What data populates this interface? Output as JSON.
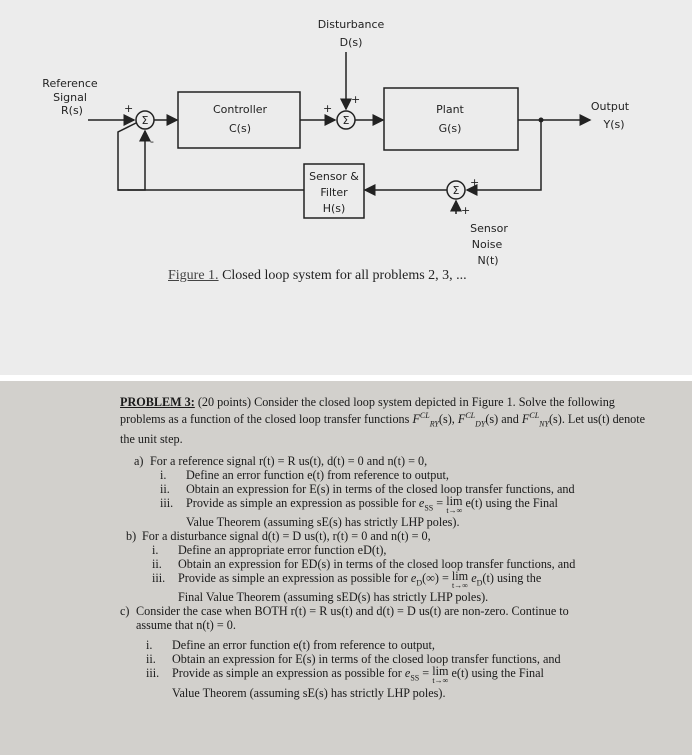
{
  "diagram": {
    "disturbance": [
      "Disturbance",
      "D(s)"
    ],
    "reference": [
      "Reference",
      "Signal",
      "R(s)"
    ],
    "controller": [
      "Controller",
      "C(s)"
    ],
    "plant": [
      "Plant",
      "G(s)"
    ],
    "output": [
      "Output",
      "Y(s)"
    ],
    "sensor_filter": [
      "Sensor &",
      "Filter",
      "H(s)"
    ],
    "sensor_noise": [
      "Sensor",
      "Noise",
      "N(t)"
    ],
    "sum_symbol": "Σ",
    "plus": "+",
    "minus": "-"
  },
  "caption": {
    "figure": "Figure 1.",
    "text": " Closed loop system for all problems 2, 3, ..."
  },
  "problem": {
    "heading": "PROBLEM 3:",
    "intro_a": " (20 points) Consider the closed loop system depicted in Figure 1. Solve the following problems as a function of the closed loop transfer functions ",
    "tf_ry": "F",
    "tf_ry_sup": "CL",
    "tf_ry_sub": "RY",
    "intro_b": "(s), ",
    "tf_dy": "F",
    "tf_dy_sup": "CL",
    "tf_dy_sub": "DY",
    "intro_c": "(s) and ",
    "tf_ny": "F",
    "tf_ny_sup": "CL",
    "tf_ny_sub": "NY",
    "intro_d": "(s). Let us(t) denote the unit step.",
    "a_label": "a)",
    "a_text": "For a reference signal r(t) = R us(t), d(t) = 0 and n(t) = 0,",
    "a_i": "Define an error function e(t) from reference to output,",
    "a_ii": "Obtain an expression for E(s) in terms of the closed loop transfer functions, and",
    "a_iii_pre": "Provide as simple an expression as possible for ",
    "a_iii_ess": "e",
    "a_iii_ss": "SS",
    "a_iii_mid": " = ",
    "a_iii_lim": "lim",
    "a_iii_limsub": "t→∞",
    "a_iii_post": " e(t) using the Final",
    "a_iii_cont": "Value Theorem (assuming sE(s) has strictly LHP poles).",
    "b_label": "b)",
    "b_text": "For a disturbance signal d(t) = D us(t), r(t) = 0 and n(t) = 0,",
    "b_i": "Define an appropriate error function eD(t),",
    "b_ii": "Obtain an expression for ED(s) in terms of the closed loop transfer functions, and",
    "b_iii_pre": "Provide as simple an expression as possible for ",
    "b_iii_e": "e",
    "b_iii_d": "D",
    "b_iii_mid": "(∞) = ",
    "b_iii_lim": "lim",
    "b_iii_limsub": "t→∞",
    "b_iii_post": " e",
    "b_iii_post2": "(t) using the",
    "b_iii_cont": "Final Value Theorem (assuming sED(s) has strictly LHP poles).",
    "c_label": "c)",
    "c_text": "Consider the case when BOTH r(t) = R us(t) and d(t) = D us(t) are non-zero. Continue to",
    "c_text2": "assume that n(t) = 0.",
    "c_i": "Define an error function e(t) from reference to output,",
    "c_ii": "Obtain an expression for E(s) in terms of the closed loop transfer functions, and",
    "c_iii_pre": "Provide as simple an expression as possible for ",
    "c_iii_ess": "e",
    "c_iii_ss": "SS",
    "c_iii_mid": " = ",
    "c_iii_lim": "lim",
    "c_iii_limsub": "t→∞",
    "c_iii_post": " e(t) using the Final",
    "c_iii_cont": "Value Theorem (assuming sE(s) has strictly LHP poles).",
    "roman": [
      "i.",
      "ii.",
      "iii."
    ]
  }
}
